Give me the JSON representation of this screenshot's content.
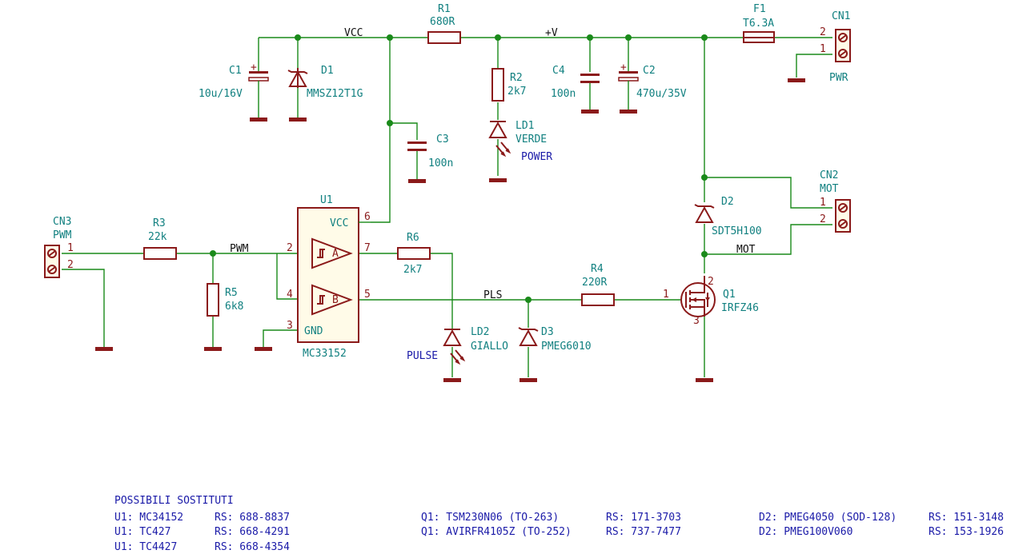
{
  "colors": {
    "wire": "#1a8a1a",
    "component": "#8b1a1a",
    "reference": "#118080",
    "note": "#1a1aa8",
    "net": "#111111"
  },
  "components": {
    "C1": {
      "ref": "C1",
      "value": "10u/16V"
    },
    "D1": {
      "ref": "D1",
      "value": "MMSZ12T1G"
    },
    "R1": {
      "ref": "R1",
      "value": "680R"
    },
    "R2": {
      "ref": "R2",
      "value": "2k7"
    },
    "LD1": {
      "ref": "LD1",
      "value": "VERDE",
      "label": "POWER"
    },
    "C3": {
      "ref": "C3",
      "value": "100n"
    },
    "C4": {
      "ref": "C4",
      "value": "100n"
    },
    "C2": {
      "ref": "C2",
      "value": "470u/35V"
    },
    "F1": {
      "ref": "F1",
      "value": "T6.3A"
    },
    "CN1": {
      "ref": "CN1",
      "value": "PWR"
    },
    "CN2": {
      "ref": "CN2",
      "value": "MOT"
    },
    "CN3": {
      "ref": "CN3",
      "value": "PWM"
    },
    "R3": {
      "ref": "R3",
      "value": "22k"
    },
    "R5": {
      "ref": "R5",
      "value": "6k8"
    },
    "U1": {
      "ref": "U1",
      "value": "MC33152",
      "vcc": "VCC",
      "gnd": "GND",
      "gate_a": "A",
      "gate_b": "B"
    },
    "R6": {
      "ref": "R6",
      "value": "2k7"
    },
    "LD2": {
      "ref": "LD2",
      "value": "GIALLO",
      "label": "PULSE"
    },
    "D3": {
      "ref": "D3",
      "value": "PMEG6010"
    },
    "R4": {
      "ref": "R4",
      "value": "220R"
    },
    "D2": {
      "ref": "D2",
      "value": "SDT5H100"
    },
    "Q1": {
      "ref": "Q1",
      "value": "IRFZ46"
    }
  },
  "pins": {
    "u1_p2": "2",
    "u1_p4": "4",
    "u1_p3": "3",
    "u1_p6": "6",
    "u1_p7": "7",
    "u1_p5": "5",
    "one": "1",
    "two": "2",
    "three": "3"
  },
  "nets": {
    "vcc": "VCC",
    "plus_v": "+V",
    "pwm": "PWM",
    "pls": "PLS",
    "mot": "MOT"
  },
  "notes": {
    "title": "POSSIBILI SOSTITUTI",
    "col1": [
      {
        "part": "U1: MC34152",
        "rs": "RS: 688-8837"
      },
      {
        "part": "U1: TC427",
        "rs": "RS: 668-4291"
      },
      {
        "part": "U1: TC4427",
        "rs": "RS: 668-4354"
      }
    ],
    "col2": [
      {
        "part": "Q1: TSM230N06 (TO-263)",
        "rs": "RS: 171-3703"
      },
      {
        "part": "Q1: AVIRFR4105Z (TO-252)",
        "rs": "RS: 737-7477"
      }
    ],
    "col3": [
      {
        "part": "D2: PMEG4050 (SOD-128)",
        "rs": "RS: 151-3148"
      },
      {
        "part": "D2: PMEG100V060",
        "rs": "RS: 153-1926"
      }
    ]
  }
}
